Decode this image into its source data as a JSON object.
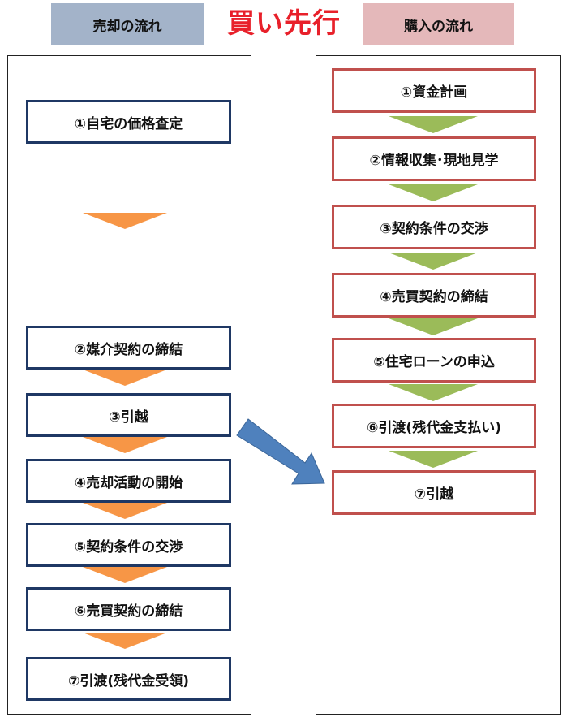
{
  "header": {
    "sell_label": "売却の流れ",
    "title": "買い先行",
    "buy_label": "購入の流れ"
  },
  "sell_steps": [
    "①自宅の価格査定",
    "②媒介契約の締結",
    "③引越",
    "④売却活動の開始",
    "⑤契約条件の交渉",
    "⑥売買契約の締結",
    "⑦引渡(残代金受領)"
  ],
  "buy_steps": [
    "①資金計画",
    "②情報収集･現地見学",
    "③契約条件の交渉",
    "④売買契約の締結",
    "⑤住宅ローンの申込",
    "⑥引渡(残代金支払い)",
    "⑦引越"
  ],
  "colors": {
    "sell_border": "#1f3864",
    "buy_border": "#c0504d",
    "sell_arrow": "#f79646",
    "buy_arrow": "#9bbb59",
    "connector_arrow": "#4f81bd",
    "title": "#e8202a"
  }
}
